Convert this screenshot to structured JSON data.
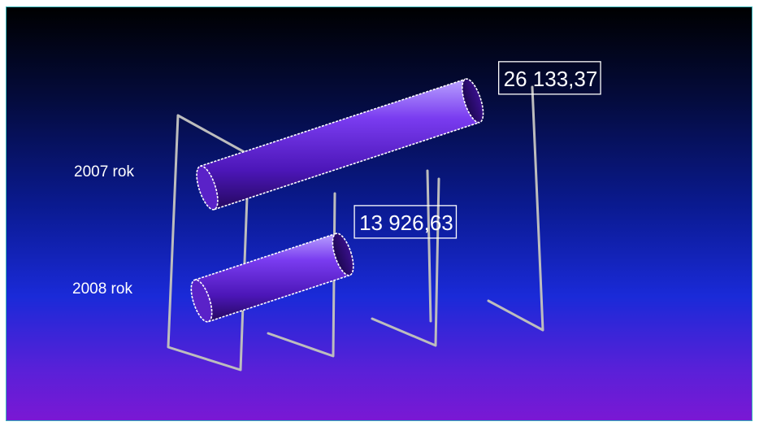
{
  "chart_data": {
    "type": "bar",
    "orientation": "horizontal",
    "style": "3d-cylinder",
    "categories": [
      "2007 rok",
      "2008 rok"
    ],
    "values": [
      26133.37,
      13926.63
    ],
    "value_labels": [
      "26 133,37",
      "13 926,63"
    ],
    "xlim": [
      0,
      30000
    ],
    "legend": "none",
    "colors": {
      "bar": "#6a2ae0",
      "bar_dark": "#2a0a6a",
      "bar_light": "#a78bff",
      "frame": "#bdbdbd",
      "text": "#ffffff"
    }
  }
}
